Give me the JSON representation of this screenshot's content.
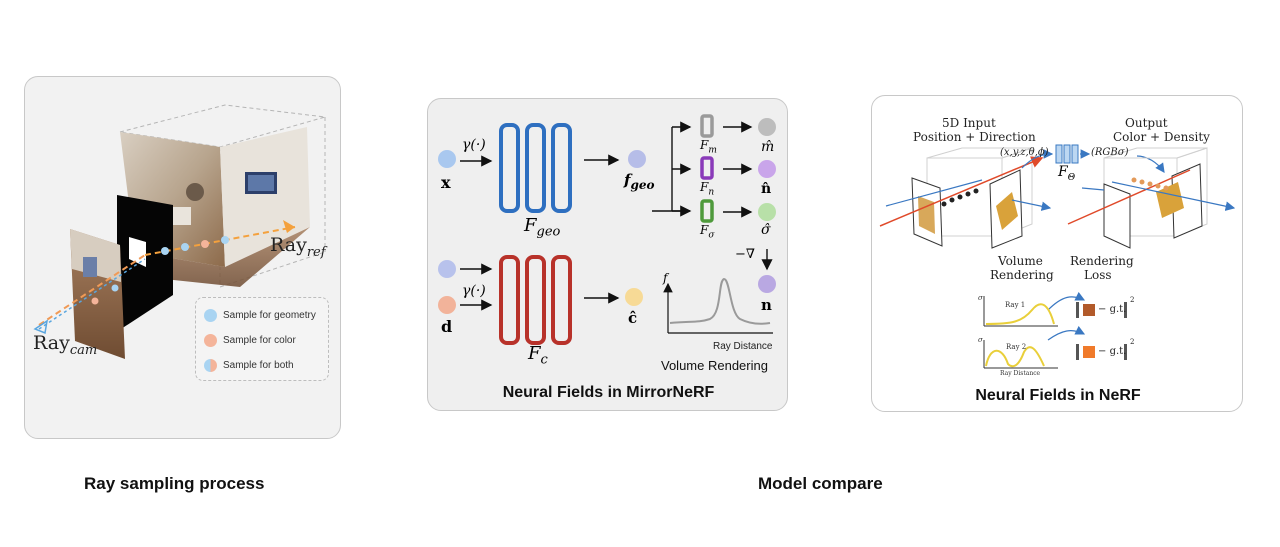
{
  "captions": {
    "left": "Ray sampling process",
    "right": "Model compare"
  },
  "ray_panel": {
    "ray_ref": "Ray",
    "ray_ref_sub": "ref",
    "ray_cam": "Ray",
    "ray_cam_sub": "cam",
    "legend": [
      {
        "label": "Sample for geometry",
        "color": "#a9d4f2"
      },
      {
        "label": "Sample for color",
        "color": "#f4b49a"
      },
      {
        "label": "Sample for both",
        "color": "#c9c2e6"
      }
    ]
  },
  "mirror_panel": {
    "title": "Neural Fields in MirrorNeRF",
    "input_x": "x",
    "input_d": "d",
    "gamma": "γ(·)",
    "gamma2": "γ(·)",
    "f_geo_net": "F",
    "f_geo_net_sub": "geo",
    "f_c_net": "F",
    "f_c_net_sub": "c",
    "feature": "f",
    "feature_sub": "geo",
    "heads": [
      {
        "name": "F",
        "sub": "m",
        "out": "m̂",
        "color": "#9a9a9a"
      },
      {
        "name": "F",
        "sub": "n",
        "out": "n̂",
        "color": "#8a3ab9"
      },
      {
        "name": "F",
        "sub": "σ",
        "out": "σ̂",
        "color": "#4f9a3c"
      }
    ],
    "neg_grad": "−∇",
    "normal_out": "n",
    "color_out": "ĉ",
    "plot_ylabel": "f",
    "plot_xlabel": "Ray Distance",
    "volume_rendering": "Volume Rendering",
    "colors": {
      "geo": "#2e6fc0",
      "color": "#b8322a"
    }
  },
  "nerf_panel": {
    "title": "Neural Fields in NeRF",
    "input_title": "5D Input",
    "input_sub": "Position + Direction",
    "output_title": "Output",
    "output_sub": "Color + Density",
    "xyz": "(x,y,z,θ,ϕ)",
    "rgb": "(RGBσ)",
    "f_theta": "F",
    "f_theta_sub": "Θ",
    "ray1": "Ray 1",
    "ray2": "Ray 2",
    "volume": "Volume",
    "rendering": "Rendering",
    "rendering2": "Rendering",
    "loss": "Loss",
    "gt": "g.t.",
    "ray_distance": "Ray Distance",
    "sigma": "σ",
    "norm_exp": "2"
  }
}
